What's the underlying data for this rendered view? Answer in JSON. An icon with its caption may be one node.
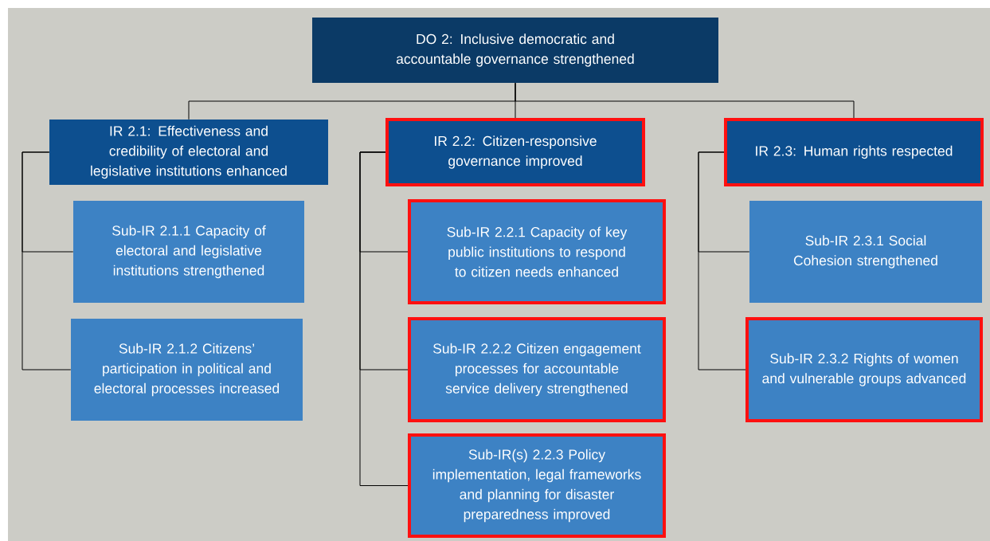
{
  "diagram": {
    "nodes": [
      {
        "text": [
          "DO 2: Inclusive democratic and accountable governance strengthened"
        ]
      },
      {
        "text": [
          "IR 2.1:  Effectiveness and credibility of electoral and legislative institutions enhanced"
        ]
      },
      {
        "text": [
          "Sub-IR 2.1.1 Capacity of electoral and legislative institutions strengthened"
        ]
      },
      {
        "text": [
          "Sub-IR 2.1.2 Citizens’ participation in political and electoral processes increased"
        ]
      },
      {
        "text": [
          "IR 2.2: Citizen-responsive governance improved"
        ]
      },
      {
        "text": [
          "Sub-IR 2.2.1 Capacity of key public institutions to respond to citizen needs enhanced"
        ]
      },
      {
        "text": [
          "Sub-IR 2.2.2 Citizen engagement processes for accountable service delivery strengthened"
        ]
      },
      {
        "text": [
          "Sub-IR(s) 2.2.3 Policy implementation, legal frameworks and planning for disaster preparedness improved"
        ]
      },
      {
        "text": [
          "IR 2.3: Human rights respected"
        ]
      },
      {
        "text": [
          "Sub-IR 2.3.1 Social Cohesion strengthened"
        ]
      },
      {
        "text": [
          "Sub-IR 2.3.2 Rights of women and vulnerable groups advanced"
        ]
      }
    ],
    "edges": [
      {
        "from": 0,
        "to": 1,
        "arrow": "none"
      },
      {
        "from": 0,
        "to": 4,
        "arrow": "none"
      },
      {
        "from": 0,
        "to": 8,
        "arrow": "none"
      },
      {
        "from": 1,
        "to": 2,
        "arrow": "none"
      },
      {
        "from": 1,
        "to": 3,
        "arrow": "none"
      },
      {
        "from": 4,
        "to": 5,
        "arrow": "none"
      },
      {
        "from": 4,
        "to": 6,
        "arrow": "none"
      },
      {
        "from": 4,
        "to": 7,
        "arrow": "none"
      },
      {
        "from": 8,
        "to": 9,
        "arrow": "none"
      },
      {
        "from": 8,
        "to": 10,
        "arrow": "none"
      }
    ]
  }
}
